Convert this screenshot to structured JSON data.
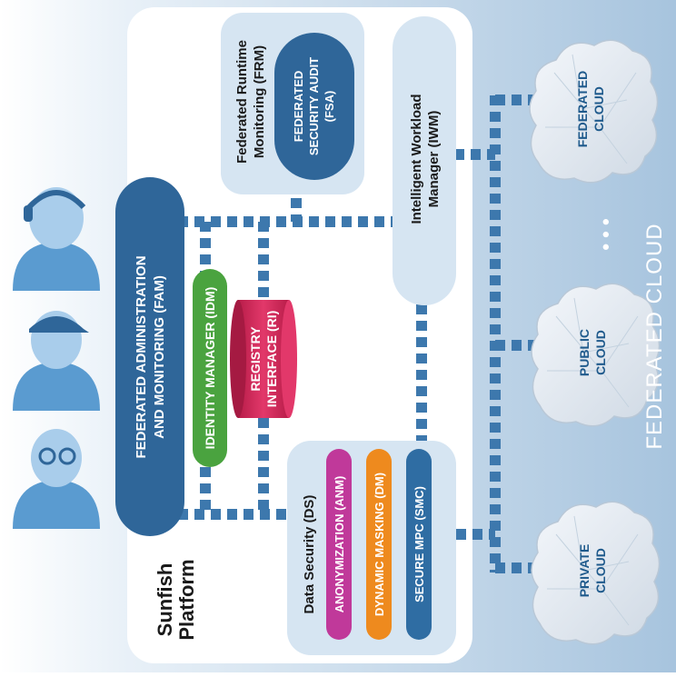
{
  "platform": {
    "name_line1": "Sunfish",
    "name_line2": "Platform"
  },
  "fam": {
    "line1": "FEDERATED ADMINISTRATION",
    "line2": "AND MONITORING (FAM)"
  },
  "idm": {
    "label": "IDENTITY MANAGER (IDM)"
  },
  "registry": {
    "line1": "REGISTRY",
    "line2": "INTERFACE (RI)"
  },
  "frm": {
    "line1": "Federated Runtime",
    "line2": "Monitoring (FRM)"
  },
  "fsa": {
    "line1": "FEDERATED",
    "line2": "SECURITY AUDIT",
    "line3": "(FSA)"
  },
  "iwm": {
    "line1": "Intelligent Workload",
    "line2": "Manager (IWM)"
  },
  "ds": {
    "title": "Data Security (DS)",
    "modules": [
      {
        "label": "ANONYMIZATION (ANM)",
        "color": "#c0399a"
      },
      {
        "label": "DYNAMIC MASKING (DM)",
        "color": "#ee8a1e"
      },
      {
        "label": "SECURE MPC (SMC)",
        "color": "#2f6da3"
      }
    ]
  },
  "clouds": {
    "private": {
      "line1": "PRIVATE",
      "line2": "CLOUD"
    },
    "public": {
      "line1": "PUBLIC",
      "line2": "CLOUD"
    },
    "federated": {
      "line1": "FEDERATED",
      "line2": "CLOUD"
    },
    "ellipsis": "• • •",
    "band_label": "FEDERATED CLOUD"
  },
  "colors": {
    "fam": "#2f6699",
    "idm": "#4aa33f",
    "registry": "#d92b5c",
    "panel": "#d6e5f2",
    "connector": "#3d78ad",
    "cloud_band": "#a8c5df",
    "accent_text": "#1f5a8c"
  },
  "icons": {
    "users": [
      "user-with-glasses-icon",
      "user-with-cap-icon",
      "user-with-headset-icon"
    ],
    "clouds": [
      "cloud-icon"
    ]
  }
}
